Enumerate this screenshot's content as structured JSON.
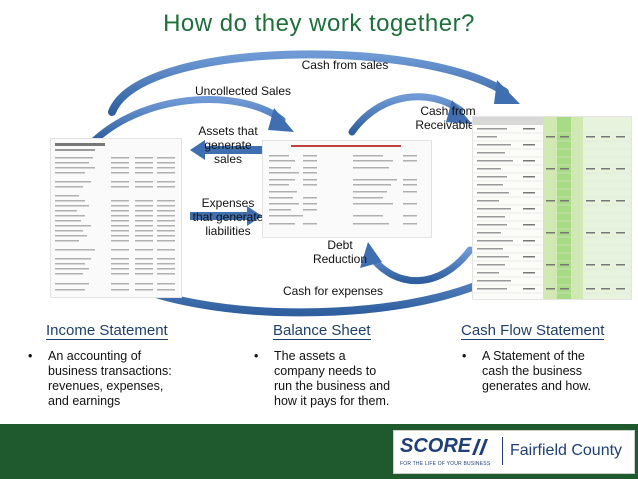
{
  "title": "How do they work together?",
  "flows": {
    "cash_from_sales": "Cash from sales",
    "uncollected_sales": "Uncollected Sales",
    "cash_from_receivables": "Cash from\nReceivables",
    "assets_generate_sales": "Assets that\ngenerate\nsales",
    "expenses_generate_liabilities": "Expenses\nthat generate\nliabilities",
    "debt_reduction": "Debt\nReduction",
    "cash_for_expenses": "Cash for expenses"
  },
  "columns": [
    {
      "heading": "Income Statement",
      "bullet": "•",
      "text": "An accounting of\nbusiness transactions:\nrevenues, expenses,\nand earnings"
    },
    {
      "heading": "Balance Sheet",
      "bullet": "•",
      "text": "The assets a\ncompany needs to\nrun the business and\nhow it pays for them."
    },
    {
      "heading": "Cash Flow Statement",
      "bullet": "•",
      "text": "A Statement of the\ncash the business\ngenerates and how."
    }
  ],
  "footer": {
    "logo_score": "SCORE",
    "logo_tagline": "FOR THE LIFE OF YOUR BUSINESS",
    "logo_chapter": "Fairfield County"
  },
  "colors": {
    "title": "#1f6f3a",
    "heading": "#1f3f6f",
    "arrow": "#3f6fb0",
    "footer": "#1f5a2f",
    "cashflow_highlight": "#8fd06a"
  }
}
